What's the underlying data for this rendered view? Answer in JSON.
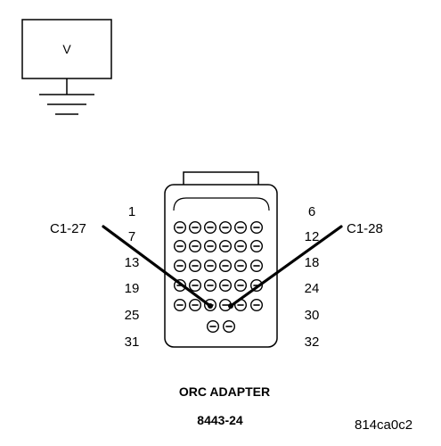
{
  "meter": {
    "label": "V"
  },
  "connector": {
    "pin_row_labels_left": [
      "1",
      "7",
      "13",
      "19",
      "25",
      "31"
    ],
    "pin_row_labels_right": [
      "6",
      "12",
      "18",
      "24",
      "30",
      "32"
    ],
    "rows": [
      {
        "row": 1,
        "pins": 6
      },
      {
        "row": 2,
        "pins": 6
      },
      {
        "row": 3,
        "pins": 6
      },
      {
        "row": 4,
        "pins": 6
      },
      {
        "row": 5,
        "pins": 6
      },
      {
        "row": 6,
        "pins": 2
      }
    ],
    "probes": [
      {
        "label": "C1-27",
        "row": 5,
        "column": 3
      },
      {
        "label": "C1-28",
        "row": 5,
        "column": 4
      }
    ]
  },
  "caption": {
    "title": "ORC ADAPTER",
    "part_number": "8443-24"
  },
  "figure_id": "814ca0c2"
}
